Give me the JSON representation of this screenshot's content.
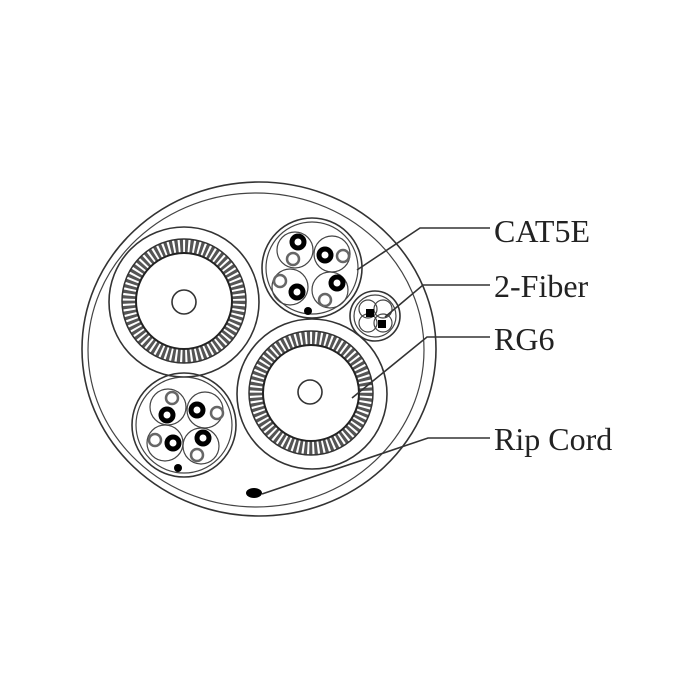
{
  "diagram": {
    "labels": {
      "cat5e": "CAT5E",
      "fiber": "2-Fiber",
      "rg6": "RG6",
      "ripcord": "Rip Cord"
    },
    "colors": {
      "line": "#333333",
      "text": "#222222",
      "background": "#ffffff"
    }
  }
}
